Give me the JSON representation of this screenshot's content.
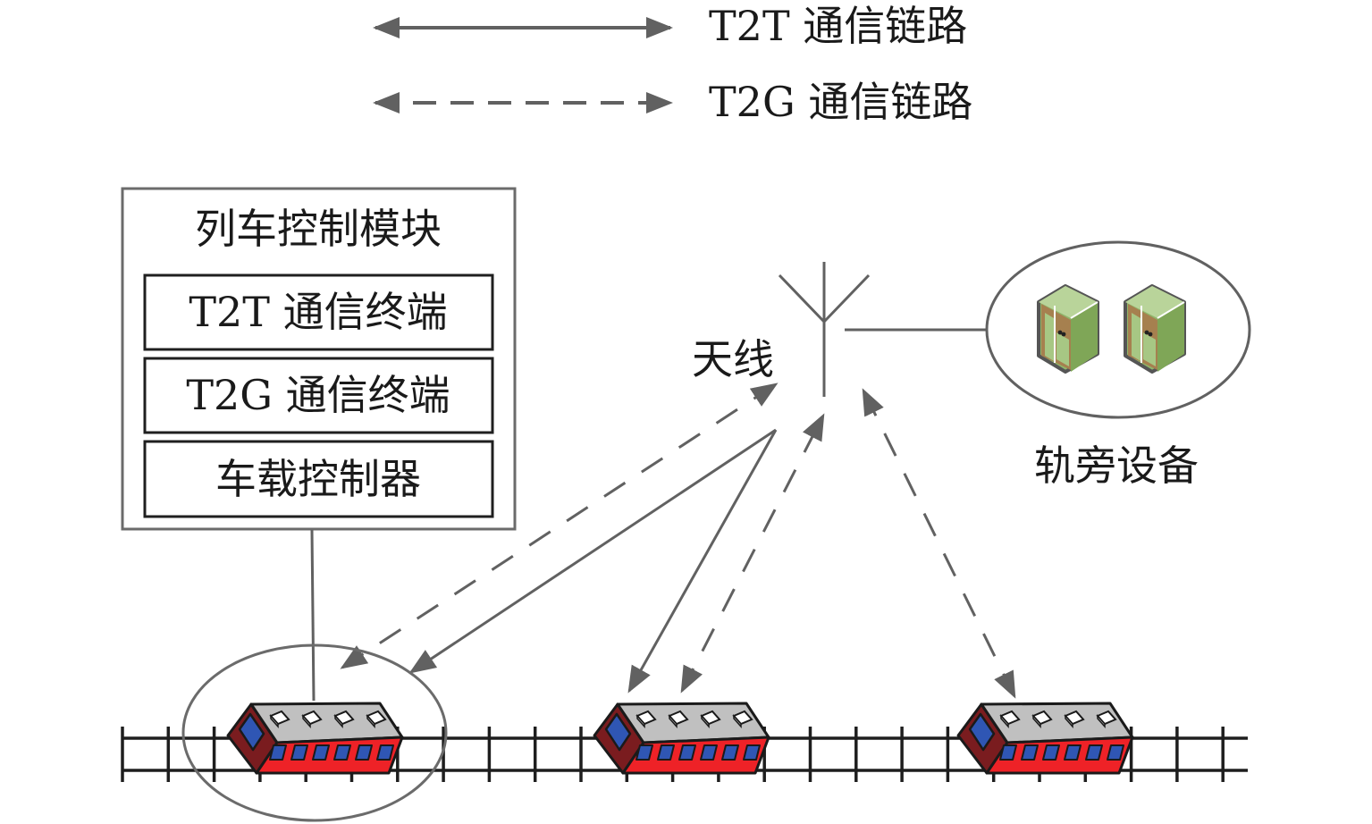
{
  "legend": {
    "t2t": {
      "label": "T2T 通信链路",
      "style": "solid"
    },
    "t2g": {
      "label": "T2G 通信链路",
      "style": "dashed"
    }
  },
  "train_control_module": {
    "title": "列车控制模块",
    "components": [
      "T2T 通信终端",
      "T2G 通信终端",
      "车载控制器"
    ]
  },
  "antenna": {
    "label": "天线"
  },
  "trackside": {
    "label": "轨旁设备",
    "server_count": 2
  },
  "trains": {
    "count": 3
  },
  "colors": {
    "line": "#616161",
    "box_outer": "#6b6b6b",
    "box_inner": "#1f1f1f",
    "track": "#1e1e1e",
    "train_body": "#ee2227",
    "train_roof": "#c0c0c0",
    "train_front": "#7a1c1f",
    "train_window": "#2f56b4",
    "server_green": "#a7c784",
    "server_brown": "#a6804f"
  }
}
